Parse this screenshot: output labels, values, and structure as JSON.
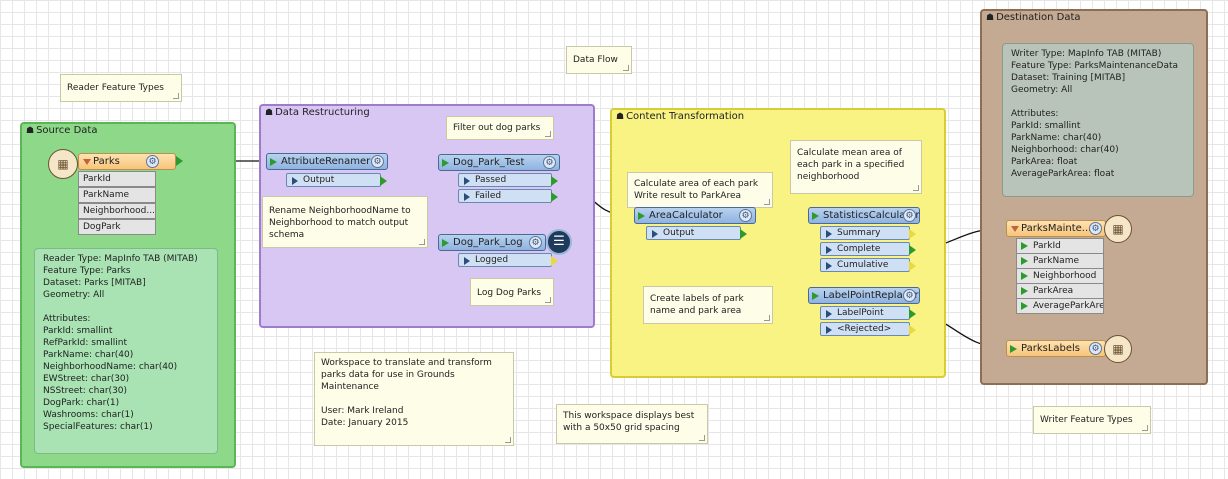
{
  "bookmarks": {
    "source": {
      "title": "Source Data",
      "color": "#7fd37a",
      "border": "#4fa84a"
    },
    "restructuring": {
      "title": "Data Restructuring",
      "color": "#d8c4f2",
      "border": "#9a78c8"
    },
    "content": {
      "title": "Content Transformation",
      "color": "#f8f27a",
      "border": "#d4c82a"
    },
    "destination": {
      "title": "Destination Data",
      "color": "#c3a78f",
      "border": "#8a6b52"
    }
  },
  "annotations": {
    "reader_types": "Reader Feature Types",
    "data_flow": "Data Flow",
    "writer_types": "Writer Feature Types",
    "filter_dog_parks": "Filter out dog parks",
    "rename_note": "Rename NeighborhoodName to Neighborhood to match output schema",
    "log_dog_parks": "Log Dog Parks",
    "area_note": "Calculate area of each park\nWrite result to ParkArea",
    "mean_area_note": "Calculate mean area of each park in a specified neighborhood",
    "labels_note": "Create labels of park name and park area",
    "workspace_note": "Workspace to translate and transform parks data for use in Grounds Maintenance\n\nUser: Mark Ireland\nDate: January 2015",
    "grid_note": "This workspace displays best with a 50x50 grid spacing"
  },
  "reader": {
    "feature_type": "Parks",
    "attributes": [
      "ParkId",
      "ParkName",
      "Neighborhood...",
      "DogPark"
    ],
    "info": "Reader Type: MapInfo TAB (MITAB)\nFeature Type: Parks\nDataset: Parks [MITAB]\nGeometry: All\n\nAttributes:\nParkId: smallint\nRefParkId: smallint\nParkName: char(40)\nNeighborhoodName: char(40)\nEWStreet: char(30)\nNSStreet: char(30)\nDogPark: char(1)\nWashrooms: char(1)\nSpecialFeatures: char(1)"
  },
  "transformers": {
    "attribute_renamer": {
      "name": "AttributeRenamer",
      "ports": [
        "Output"
      ]
    },
    "dog_park_test": {
      "name": "Dog_Park_Test",
      "ports": [
        "Passed",
        "Failed"
      ]
    },
    "dog_park_log": {
      "name": "Dog_Park_Log",
      "ports": [
        "Logged"
      ]
    },
    "area_calculator": {
      "name": "AreaCalculator",
      "ports": [
        "Output"
      ]
    },
    "statistics_calculator": {
      "name": "StatisticsCalculator",
      "ports": [
        "Summary",
        "Complete",
        "Cumulative"
      ]
    },
    "label_point_replacer": {
      "name": "LabelPointReplacer",
      "ports": [
        "LabelPoint",
        "<Rejected>"
      ]
    }
  },
  "writer": {
    "maintenance": {
      "feature_type": "ParksMainte...",
      "attributes": [
        "ParkId",
        "ParkName",
        "Neighborhood",
        "ParkArea",
        "AverageParkArea"
      ],
      "info": "Writer Type: MapInfo TAB (MITAB)\nFeature Type: ParksMaintenanceData\nDataset: Training [MITAB]\nGeometry: All\n\nAttributes:\nParkId: smallint\nParkName: char(40)\nNeighborhood: char(40)\nParkArea: float\nAverageParkArea: float"
    },
    "labels": {
      "feature_type": "ParksLabels"
    }
  },
  "icons": {
    "gear": "⚙",
    "bookmark": "☗",
    "table": "▦",
    "log": "☰"
  }
}
